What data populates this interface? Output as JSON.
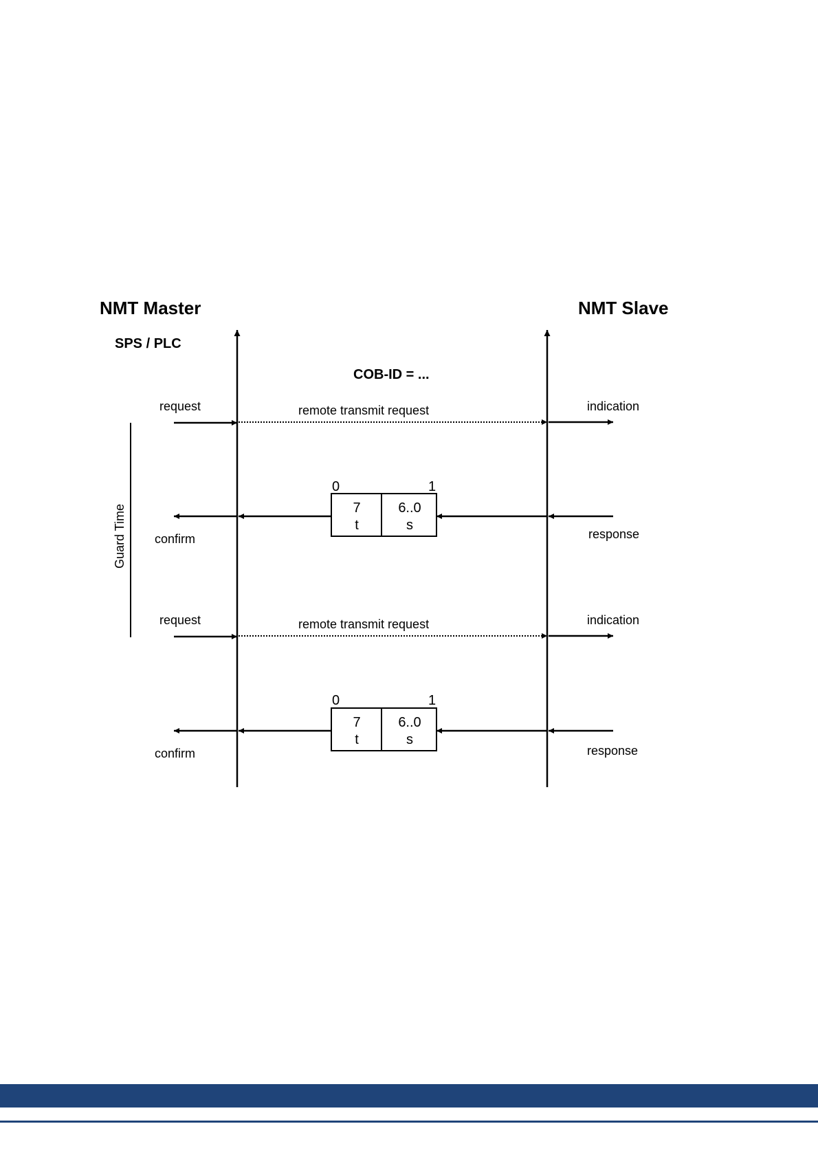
{
  "master": {
    "title": "NMT Master",
    "subtitle": "SPS / PLC"
  },
  "slave": {
    "title": "NMT Slave"
  },
  "cob_id": "COB-ID = ...",
  "guard_time": "Guard Time",
  "exchanges": [
    {
      "request": "request",
      "rtr": "remote transmit request",
      "indication": "indication",
      "bit_left": "0",
      "bit_right": "1",
      "cell1_top": "7",
      "cell1_bottom": "t",
      "cell2_top": "6..0",
      "cell2_bottom": "s",
      "confirm": "confirm",
      "response": "response"
    },
    {
      "request": "request",
      "rtr": "remote transmit request",
      "indication": "indication",
      "bit_left": "0",
      "bit_right": "1",
      "cell1_top": "7",
      "cell1_bottom": "t",
      "cell2_top": "6..0",
      "cell2_bottom": "s",
      "confirm": "confirm",
      "response": "response"
    }
  ],
  "colors": {
    "ink": "#000000",
    "footer": "#1f4479",
    "background": "#ffffff"
  }
}
